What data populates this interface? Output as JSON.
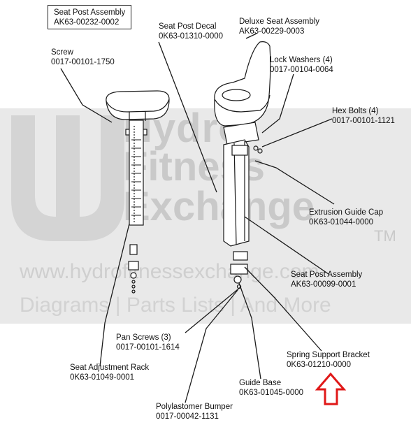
{
  "watermark": {
    "brand_line1": "Hydro",
    "brand_line2": "Fitness",
    "brand_line3": "Exchange",
    "trademark": "TM",
    "url": "www.hydrofitnessexchange.com",
    "tagline": "Diagrams | Parts Lists | And More"
  },
  "colors": {
    "highlight_arrow": "#e01818",
    "line": "#1a1a1a",
    "watermark": "#c9c9c9"
  },
  "labels": {
    "seat_post_assembly_top": {
      "name": "Seat Post Assembly",
      "part": "AK63-00232-0002"
    },
    "screw": {
      "name": "Screw",
      "part": "0017-00101-1750"
    },
    "seat_post_decal": {
      "name": "Seat Post Decal",
      "part": "0K63-01310-0000"
    },
    "deluxe_seat_assembly": {
      "name": "Deluxe Seat Assembly",
      "part": "AK63-00229-0003"
    },
    "lock_washers": {
      "name": "Lock Washers (4)",
      "part": "0017-00104-0064"
    },
    "hex_bolts": {
      "name": "Hex Bolts (4)",
      "part": "0017-00101-1121"
    },
    "extrusion_guide_cap": {
      "name": "Extrusion Guide Cap",
      "part": "0K63-01044-0000"
    },
    "seat_post_assembly": {
      "name": "Seat Post Assembly",
      "part": "AK63-00099-0001"
    },
    "pan_screws": {
      "name": "Pan Screws (3)",
      "part": "0017-00101-1614"
    },
    "spring_support_bracket": {
      "name": "Spring Support Bracket",
      "part": "0K63-01210-0000"
    },
    "seat_adjustment_rack": {
      "name": "Seat Adjustment Rack",
      "part": "0K63-01049-0001"
    },
    "guide_base": {
      "name": "Guide Base",
      "part": "0K63-01045-0000"
    },
    "polylastomer_bumper": {
      "name": "Polylastomer Bumper",
      "part": "0017-00042-1131"
    }
  }
}
